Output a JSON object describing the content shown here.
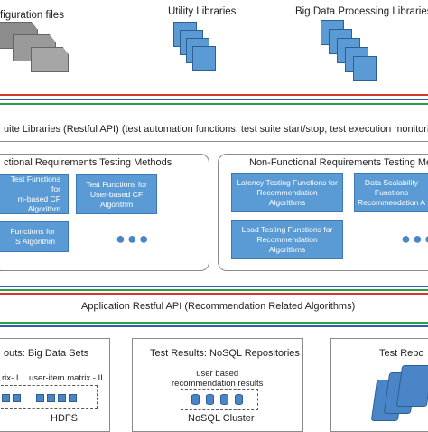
{
  "top": {
    "config_label": "figuration files",
    "utility_label": "Utility Libraries",
    "bigdata_label": "Big Data Processing Libraries"
  },
  "suite_label": "uite Libraries (Restful API) (test automation functions: test suite start/stop, test execution monitoring",
  "functional": {
    "title": "ctional Requirements Testing Methods",
    "box1": "Test Functions for\nm-based CF\nAlgorithm",
    "box2": "Test Functions for\nUser-based CF\nAlgorithm",
    "box3": "Functions for\nS Algorithm"
  },
  "nonfunctional": {
    "title": "Non-Functional Requirements Testing Meth",
    "box1": "Latency Testing Functions for\nRecommendation\nAlgorithms",
    "box2": "Data Scalability\nFunctions\nRecommendation A",
    "box3": "Load Testing Functions for\nRecommendation\nAlgorithms"
  },
  "api_label": "Application Restful API (Recommendation Related Algorithms)",
  "bottom": {
    "left_title": "outs: Big Data Sets",
    "matrix1": "rix- I",
    "matrix2": "user-item matrix - II",
    "hdfs": "HDFS",
    "mid_title": "Test Results: NoSQL Repositories",
    "mid_note": "user based\nrecommendation results",
    "nosql": "NoSQL Cluster",
    "right_title": "Test Repo"
  },
  "colors": {
    "box_blue": "#5b9bd5",
    "line_red": "#d9342b",
    "line_blue": "#2f5fb0",
    "line_green": "#2e9e46"
  }
}
